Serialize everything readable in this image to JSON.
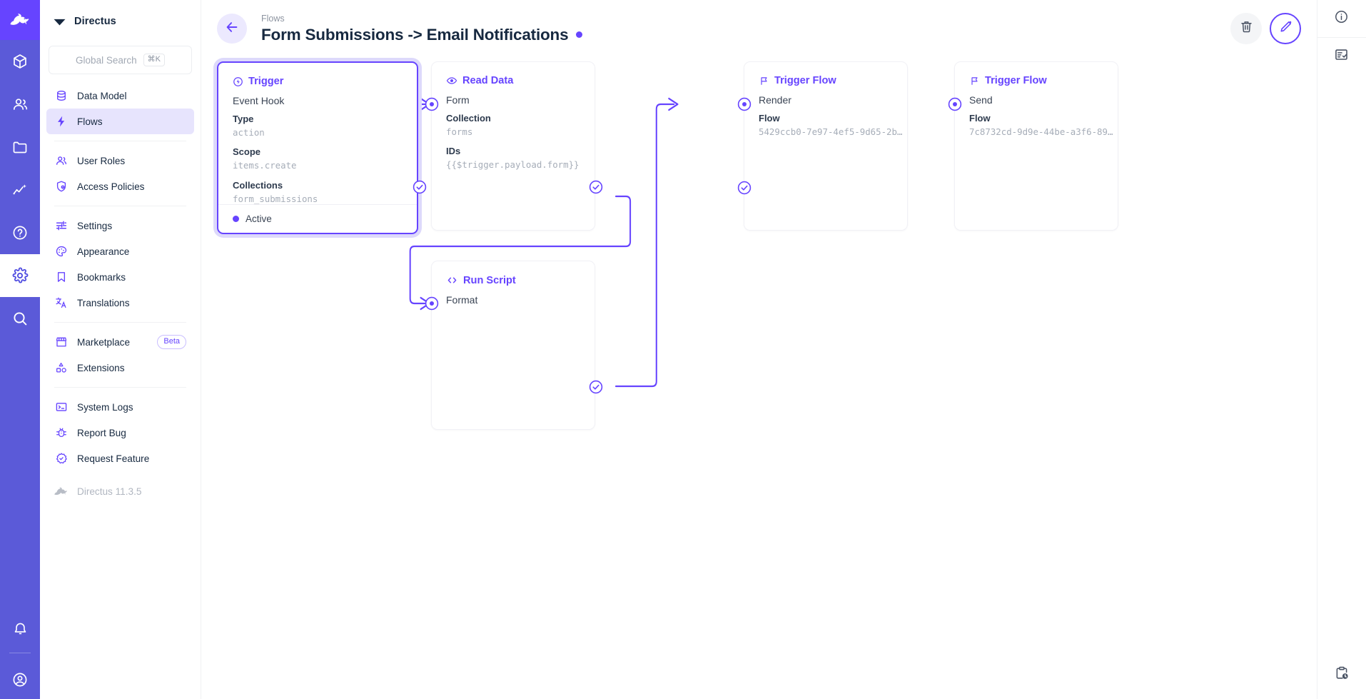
{
  "rail": {
    "items": [
      {
        "name": "directus-rabbit-logo",
        "icon": "rabbit-icon",
        "state": "brand"
      },
      {
        "name": "content-module",
        "icon": "box-icon",
        "state": "normal"
      },
      {
        "name": "users-module",
        "icon": "users-icon",
        "state": "normal"
      },
      {
        "name": "files-module",
        "icon": "folder-icon",
        "state": "normal"
      },
      {
        "name": "insights-module",
        "icon": "insights-icon",
        "state": "normal"
      },
      {
        "name": "docs-module",
        "icon": "question-circle-icon",
        "state": "normal"
      },
      {
        "name": "settings-module",
        "icon": "gear-icon",
        "state": "active"
      },
      {
        "name": "search-module",
        "icon": "search-icon",
        "state": "normal"
      }
    ],
    "bottom": [
      {
        "name": "notifications",
        "icon": "bell-icon"
      },
      {
        "name": "account",
        "icon": "user-circle-icon"
      }
    ]
  },
  "sidebar": {
    "brand": "Directus",
    "search": {
      "placeholder": "Global Search",
      "shortcut": "⌘K"
    },
    "groups": [
      {
        "items": [
          {
            "label": "Data Model",
            "icon": "database-icon",
            "selected": false
          },
          {
            "label": "Flows",
            "icon": "bolt-icon",
            "selected": true
          }
        ]
      },
      {
        "items": [
          {
            "label": "User Roles",
            "icon": "users-icon",
            "selected": false
          },
          {
            "label": "Access Policies",
            "icon": "shield-lock-icon",
            "selected": false
          }
        ]
      },
      {
        "items": [
          {
            "label": "Settings",
            "icon": "sliders-icon",
            "selected": false
          },
          {
            "label": "Appearance",
            "icon": "palette-icon",
            "selected": false
          },
          {
            "label": "Bookmarks",
            "icon": "bookmark-icon",
            "selected": false
          },
          {
            "label": "Translations",
            "icon": "translate-icon",
            "selected": false
          }
        ]
      },
      {
        "items": [
          {
            "label": "Marketplace",
            "icon": "storefront-icon",
            "badge": "Beta",
            "selected": false
          },
          {
            "label": "Extensions",
            "icon": "extensions-icon",
            "selected": false
          }
        ]
      },
      {
        "items": [
          {
            "label": "System Logs",
            "icon": "terminal-icon",
            "selected": false
          },
          {
            "label": "Report Bug",
            "icon": "bug-icon",
            "selected": false
          },
          {
            "label": "Request Feature",
            "icon": "check-badge-icon",
            "selected": false
          }
        ]
      }
    ],
    "version": {
      "label": "Directus 11.3.5",
      "icon": "rabbit-icon"
    }
  },
  "header": {
    "back_icon": "arrow-left-icon",
    "breadcrumb": "Flows",
    "title": "Form Submissions -> Email Notifications",
    "status_dot_color": "#6644ff",
    "delete_label": "Delete",
    "delete_icon": "trash-icon",
    "edit_label": "Edit",
    "edit_icon": "pencil-icon"
  },
  "flow": {
    "accent": "#6644ff",
    "nodes": [
      {
        "id": "trigger",
        "icon": "trigger-bolt-circle-icon",
        "type_label": "Trigger",
        "name": "Event Hook",
        "selected": true,
        "fields": [
          {
            "key": "Type",
            "value": "action"
          },
          {
            "key": "Scope",
            "value": "items.create"
          },
          {
            "key": "Collections",
            "value": "form_submissions"
          }
        ],
        "footer": {
          "label": "Active",
          "dot": true
        }
      },
      {
        "id": "read-data",
        "icon": "eye-icon",
        "type_label": "Read Data",
        "name": "Form",
        "selected": false,
        "fields": [
          {
            "key": "Collection",
            "value": "forms"
          },
          {
            "key": "IDs",
            "value": "{{$trigger.payload.form}}"
          }
        ]
      },
      {
        "id": "run-script",
        "icon": "code-brackets-icon",
        "type_label": "Run Script",
        "name": "Format",
        "selected": false,
        "fields": []
      },
      {
        "id": "trigger-flow-render",
        "icon": "flag-icon",
        "type_label": "Trigger Flow",
        "name": "Render",
        "selected": false,
        "fields": [
          {
            "key": "Flow",
            "value": "5429ccb0-7e97-4ef5-9d65-2b…"
          }
        ]
      },
      {
        "id": "trigger-flow-send",
        "icon": "flag-icon",
        "type_label": "Trigger Flow",
        "name": "Send",
        "selected": false,
        "fields": [
          {
            "key": "Flow",
            "value": "7c8732cd-9d9e-44be-a3f6-89…"
          }
        ]
      }
    ]
  },
  "rightbar": {
    "top": [
      {
        "name": "info-sidebar-button",
        "icon": "info-circle-icon"
      },
      {
        "name": "logs-sidebar-button",
        "icon": "list-check-icon"
      }
    ],
    "bottom": [
      {
        "name": "activity-sidebar-button",
        "icon": "clipboard-clock-icon"
      }
    ]
  }
}
